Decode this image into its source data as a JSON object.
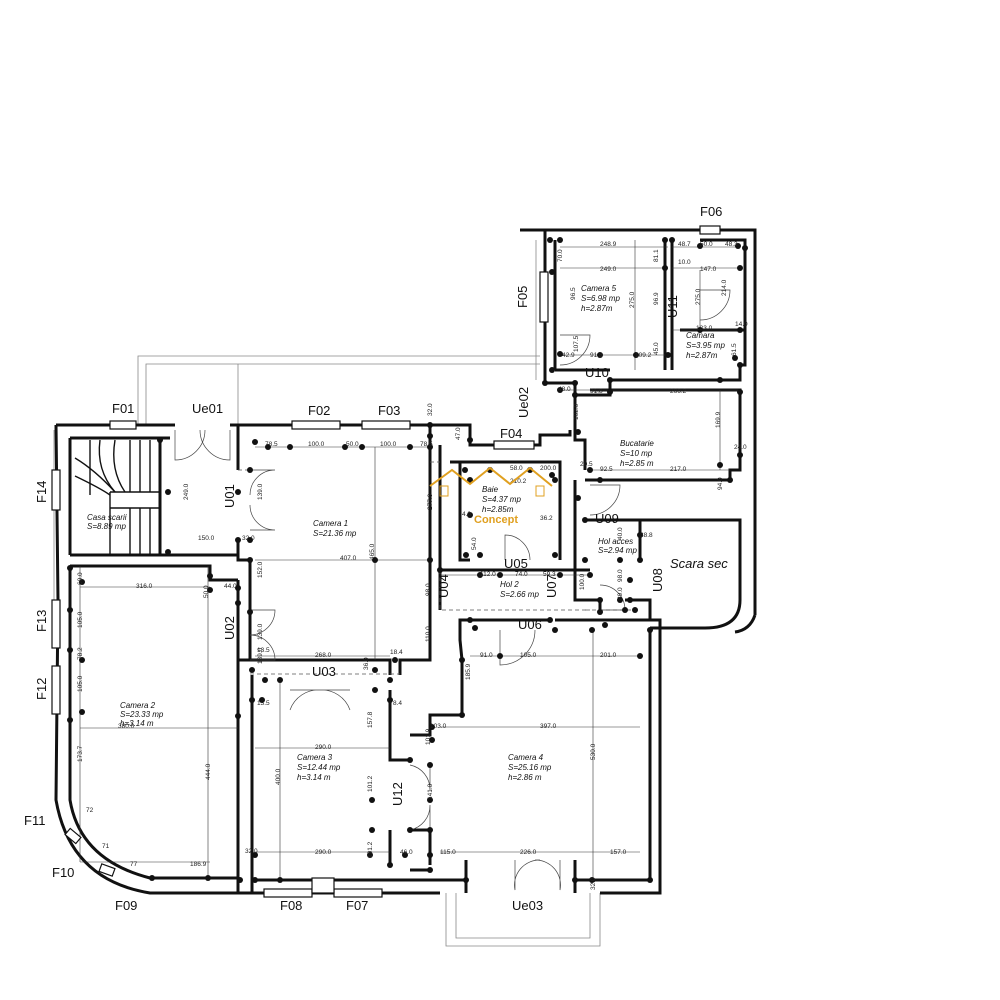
{
  "openings": [
    {
      "id": "F01",
      "label": "F01"
    },
    {
      "id": "Ue01",
      "label": "Ue01"
    },
    {
      "id": "F02",
      "label": "F02"
    },
    {
      "id": "F03",
      "label": "F03"
    },
    {
      "id": "F04",
      "label": "F04"
    },
    {
      "id": "F05",
      "label": "F05"
    },
    {
      "id": "F06",
      "label": "F06"
    },
    {
      "id": "Ue02",
      "label": "Ue02"
    },
    {
      "id": "U01",
      "label": "U01"
    },
    {
      "id": "U02",
      "label": "U02"
    },
    {
      "id": "U03",
      "label": "U03"
    },
    {
      "id": "U04",
      "label": "U04"
    },
    {
      "id": "U05",
      "label": "U05"
    },
    {
      "id": "U06",
      "label": "U06"
    },
    {
      "id": "U07",
      "label": "U07"
    },
    {
      "id": "U08",
      "label": "U08"
    },
    {
      "id": "U09",
      "label": "U09"
    },
    {
      "id": "U10",
      "label": "U10"
    },
    {
      "id": "U11",
      "label": "U11"
    },
    {
      "id": "U12",
      "label": "U12"
    },
    {
      "id": "F07",
      "label": "F07"
    },
    {
      "id": "F08",
      "label": "F08"
    },
    {
      "id": "F09",
      "label": "F09"
    },
    {
      "id": "F10",
      "label": "F10"
    },
    {
      "id": "F11",
      "label": "F11"
    },
    {
      "id": "F12",
      "label": "F12"
    },
    {
      "id": "F13",
      "label": "F13"
    },
    {
      "id": "F14",
      "label": "F14"
    },
    {
      "id": "Ue03",
      "label": "Ue03"
    }
  ],
  "rooms": [
    {
      "id": "casa-scari",
      "lines": [
        "Casa scarii",
        "S=8.89 mp"
      ]
    },
    {
      "id": "camera-1",
      "lines": [
        "Camera 1",
        "S=21.36 mp"
      ]
    },
    {
      "id": "baie",
      "lines": [
        "Baie",
        "S=4.37 mp",
        "h=2.85m"
      ]
    },
    {
      "id": "hol-2",
      "lines": [
        "Hol 2",
        "S=2.66 mp"
      ]
    },
    {
      "id": "camera-5",
      "lines": [
        "Camera 5",
        "S=6.98 mp",
        "h=2.87m"
      ]
    },
    {
      "id": "camara",
      "lines": [
        "Camara",
        "S=3.95 mp",
        "h=2.87m"
      ]
    },
    {
      "id": "bucatarie",
      "lines": [
        "Bucatarie",
        "S=10 mp",
        "h=2.85 m"
      ]
    },
    {
      "id": "hol-acces",
      "lines": [
        "Hol acces",
        "S=2.94 mp"
      ]
    },
    {
      "id": "camera-2",
      "lines": [
        "Camera 2",
        "S=23.33 mp",
        "h=3.14 m"
      ]
    },
    {
      "id": "camera-3",
      "lines": [
        "Camera 3",
        "S=12.44 mp",
        "h=3.14 m"
      ]
    },
    {
      "id": "camera-4",
      "lines": [
        "Camera 4",
        "S=25.16 mp",
        "h=2.86 m"
      ]
    }
  ],
  "stair_label": "Scara sec",
  "logo_text": "Concept",
  "dimensions": [
    "248.9",
    "249.0",
    "48.7",
    "50.0",
    "48.3",
    "147.0",
    "133.0",
    "14.0",
    "70.0",
    "81.1",
    "10.0",
    "96.5",
    "275.0",
    "96.9",
    "275.0",
    "214.0",
    "107.5",
    "45.0",
    "91.8",
    "109.2",
    "42.9",
    "61.5",
    "48.0",
    "91.8",
    "266.2",
    "169.9",
    "24.0",
    "102.0",
    "92.5",
    "217.0",
    "94.0",
    "20.5",
    "78.5",
    "100.0",
    "50.0",
    "100.0",
    "78.5",
    "32.0",
    "47.0",
    "139.0",
    "249.0",
    "150.0",
    "32.0",
    "277.0",
    "465.0",
    "407.0",
    "152.0",
    "139.0",
    "139.0",
    "316.0",
    "44.0",
    "50.0",
    "60.0",
    "105.0",
    "78.2",
    "105.0",
    "173.7",
    "380.0",
    "444.0",
    "186.9",
    "72",
    "71",
    "77",
    "13.5",
    "268.0",
    "18.4",
    "36.0",
    "13.5",
    "8.4",
    "112.0",
    "74.0",
    "59.3",
    "98.0",
    "110.0",
    "4.0",
    "36.2",
    "54.0",
    "58.0",
    "210.2",
    "200.0",
    "91.0",
    "105.0",
    "201.0",
    "185.9",
    "103.0",
    "397.0",
    "530.0",
    "101.9",
    "290.0",
    "157.8",
    "400.0",
    "101.2",
    "141.0",
    "46.0",
    "101.2",
    "290.0",
    "32.0",
    "115.0",
    "226.0",
    "157.0",
    "32.0",
    "98.0",
    "100.0",
    "89.0",
    "40.0",
    "38.8"
  ]
}
